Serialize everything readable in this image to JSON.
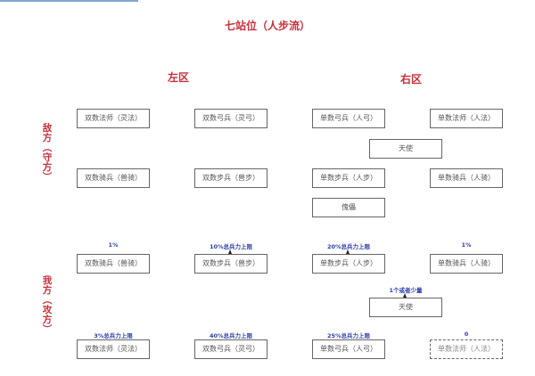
{
  "title": "七站位（人步流）",
  "zones": {
    "left": "左区",
    "right": "右区"
  },
  "sides": {
    "enemy": [
      "敌",
      "方",
      "︵",
      "守",
      "方",
      "︶"
    ],
    "ours": [
      "我",
      "方",
      "︵",
      "攻",
      "方",
      "︶"
    ]
  },
  "enemy": {
    "left_col1_row1": "双数法师（灵法）",
    "left_col2_row1": "双数弓兵（灵弓）",
    "right_col1_row1": "单数弓兵（人弓）",
    "right_col2_row1": "单数法师（人法）",
    "center_angel": "天使",
    "left_col1_row2": "双数骑兵（兽骑）",
    "left_col2_row2": "双数步兵（兽步）",
    "right_col1_row2": "单数步兵（人步）",
    "right_col2_row2": "单数骑兵（人骑）",
    "puppet": "傀儡"
  },
  "ours": {
    "left_col1_row1": {
      "label": "双数骑兵（兽骑）",
      "note": "1%"
    },
    "left_col2_row1": {
      "label": "双数步兵（兽步）",
      "note": "10%总兵力上限"
    },
    "right_col1_row1": {
      "label": "单数步兵（人步）",
      "note": "20%总兵力上限"
    },
    "right_col2_row1": {
      "label": "单数骑兵（人骑）",
      "note": "1%"
    },
    "center_angel": {
      "label": "天使",
      "note": "1个或者少量"
    },
    "left_col1_row2": {
      "label": "双数法师（灵法）",
      "note": "3%总兵力上限"
    },
    "left_col2_row2": {
      "label": "双数弓兵（灵弓）",
      "note": "40%总兵力上限"
    },
    "right_col1_row2": {
      "label": "单数弓兵（人弓）",
      "note": "25%总兵力上限"
    },
    "right_col2_row2": {
      "label": "单数法师（人法）",
      "note": "0"
    }
  },
  "colors": {
    "heading": "#c8303c",
    "note": "#2c3fa8",
    "box_border": "#666666"
  }
}
